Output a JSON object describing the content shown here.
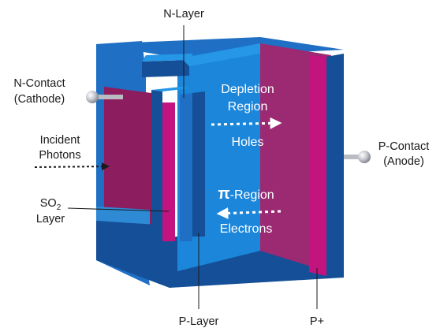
{
  "labels": {
    "n_layer": "N-Layer",
    "n_contact_line1": "N-Contact",
    "n_contact_line2": "(Cathode)",
    "incident_line1": "Incident",
    "incident_line2": "Photons",
    "so2_main": "SO",
    "so2_sub": "2",
    "so2_line2": "Layer",
    "p_layer": "P-Layer",
    "p_plus": "P+",
    "p_contact_line1": "P-Contact",
    "p_contact_line2": "(Anode)",
    "depletion_line1": "Depletion",
    "depletion_line2": "Region",
    "holes": "Holes",
    "pi_symbol": "π",
    "pi_region": "-Region",
    "electrons": "Electrons"
  },
  "colors": {
    "dark_blue": "#144f97",
    "mid_blue": "#1f6fc4",
    "light_blue": "#2597e6",
    "depletion_blue": "#1b86da",
    "magenta": "#c2137f",
    "dark_magenta": "#8c1d5f",
    "p_region": "#9b2a73",
    "contact_grey": "#b9bcc2",
    "arrow_white": "#ffffff",
    "leader": "#1a1a1a"
  }
}
